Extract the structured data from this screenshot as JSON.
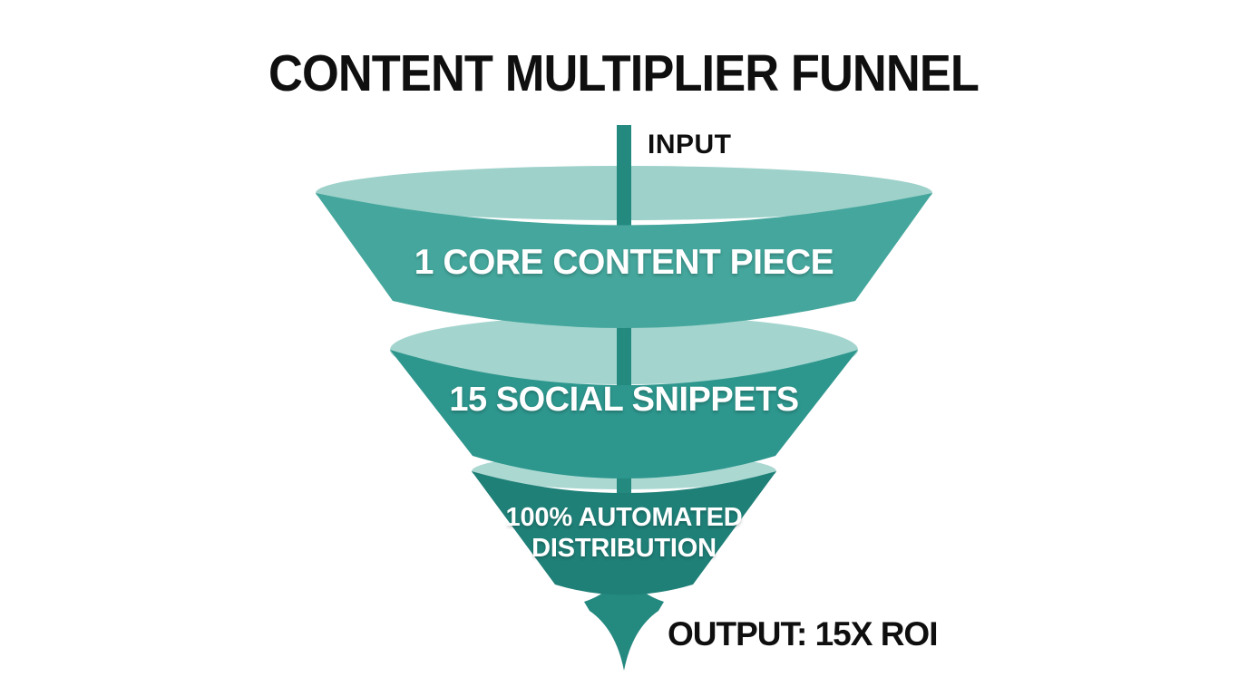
{
  "title": "CONTENT MULTIPLIER FUNNEL",
  "flow": {
    "input_label": "INPUT",
    "output_label": "OUTPUT: 15X ROI"
  },
  "funnel": {
    "tiers": [
      {
        "label": "1 CORE CONTENT PIECE",
        "body_color": "#44a69c",
        "top_color": "#9dd1ca"
      },
      {
        "label": "15 SOCIAL SNIPPETS",
        "body_color": "#2d968d",
        "top_color": "#a3d5ce"
      },
      {
        "label": "100% AUTOMATED DISTRIBUTION",
        "body_color": "#1f8078",
        "top_color": "#abd9d2"
      }
    ],
    "arrow_color": "#24897f"
  },
  "colors": {
    "background": "#ffffff",
    "heading_text": "#0f0f0f",
    "tier_text": "#ffffff"
  }
}
